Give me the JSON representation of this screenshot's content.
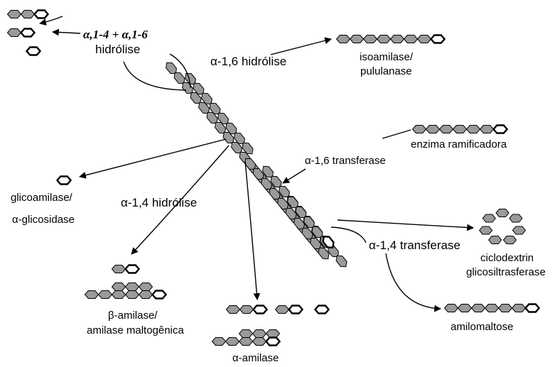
{
  "labels": {
    "bond_a14_a16_line1": "α,1-4 + α,1-6",
    "hidrolise": "hidrólise",
    "a16_hidrolise": "α-1,6 hidrólise",
    "isoamilase_line1": "isoamilase/",
    "isoamilase_line2": "pululanase",
    "enzima_ramificadora": "enzima  ramificadora",
    "a16_transferase": "α-1,6 transferase",
    "glicoamilase_line1": "glicoamilase/",
    "glicoamilase_line2": "α-glicosidase",
    "a14_hidrolise": "α-1,4 hidrólise",
    "a14_transferase": "α-1,4 transferase",
    "ciclodextrin_line1": "ciclodextrin",
    "ciclodextrin_line2": "glicosiltrasferase",
    "beta_amilase_line1": "β-amilase/",
    "beta_amilase_line2": "amilase maltogênica",
    "alfa_amilase": "α-amilase",
    "amilomaltose": "amilomaltose"
  },
  "colors": {
    "unit_fill": "#9a9a9a",
    "reducing_end_fill": "#ffffff",
    "stroke": "#000000",
    "background": "#ffffff"
  }
}
